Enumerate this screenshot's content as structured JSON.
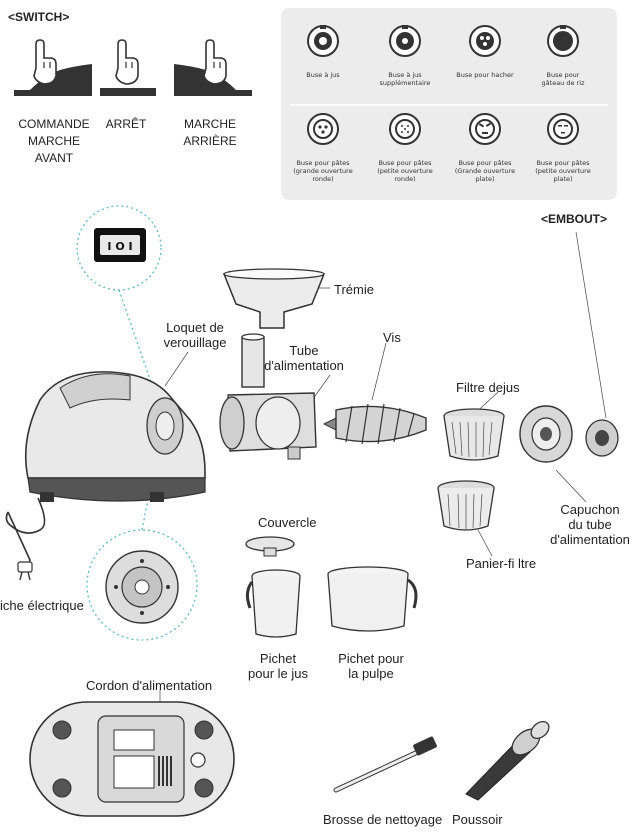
{
  "switch": {
    "title": "<SWITCH>",
    "modes": [
      {
        "label_lines": [
          "COMMANDE",
          "MARCHE",
          "AVANT"
        ]
      },
      {
        "label_lines": [
          "ARRÊT"
        ]
      },
      {
        "label_lines": [
          "MARCHE",
          "ARRIÈRE"
        ]
      }
    ]
  },
  "nozzles": {
    "title": "<EMBOUT>",
    "items": [
      {
        "label_lines": [
          "Buse à jus"
        ]
      },
      {
        "label_lines": [
          "Buse à jus",
          "supplémentaire"
        ]
      },
      {
        "label_lines": [
          "Buse pour hacher"
        ]
      },
      {
        "label_lines": [
          "Buse pour",
          "gâteau de riz"
        ]
      },
      {
        "label_lines": [
          "Buse pour pâtes",
          "(grande ouverture",
          "ronde)"
        ]
      },
      {
        "label_lines": [
          "Buse pour pâtes",
          "(petite ouverture",
          "ronde)"
        ]
      },
      {
        "label_lines": [
          "Buse pour pâtes",
          "(Grande ouverture",
          "plate)"
        ]
      },
      {
        "label_lines": [
          "Buse pour pâtes",
          "(petite ouverture",
          "plate)"
        ]
      }
    ]
  },
  "parts": {
    "tremie": "Trémie",
    "loquet": [
      "Loquet de",
      "verouillage"
    ],
    "tube": [
      "Tube",
      "d'alimentation"
    ],
    "vis": "Vis",
    "filtre": "Filtre dejus",
    "capuchon": [
      "Capuchon",
      "du tube",
      "d'alimentation"
    ],
    "panier": "Panier-fi ltre",
    "couvercle": "Couvercle",
    "fiche": "iche électrique",
    "pichet_jus": [
      "Pichet",
      "pour le jus"
    ],
    "pichet_pulpe": [
      "Pichet pour",
      "la pulpe"
    ],
    "cordon": "Cordon d'alimentation",
    "brosse": "Brosse de nettoyage",
    "poussoir": "Poussoir"
  },
  "colors": {
    "outline": "#333333",
    "dotted_leader": "#5fb8c8",
    "panel_bg": "#ececec",
    "metal": "#c8c8c8"
  }
}
